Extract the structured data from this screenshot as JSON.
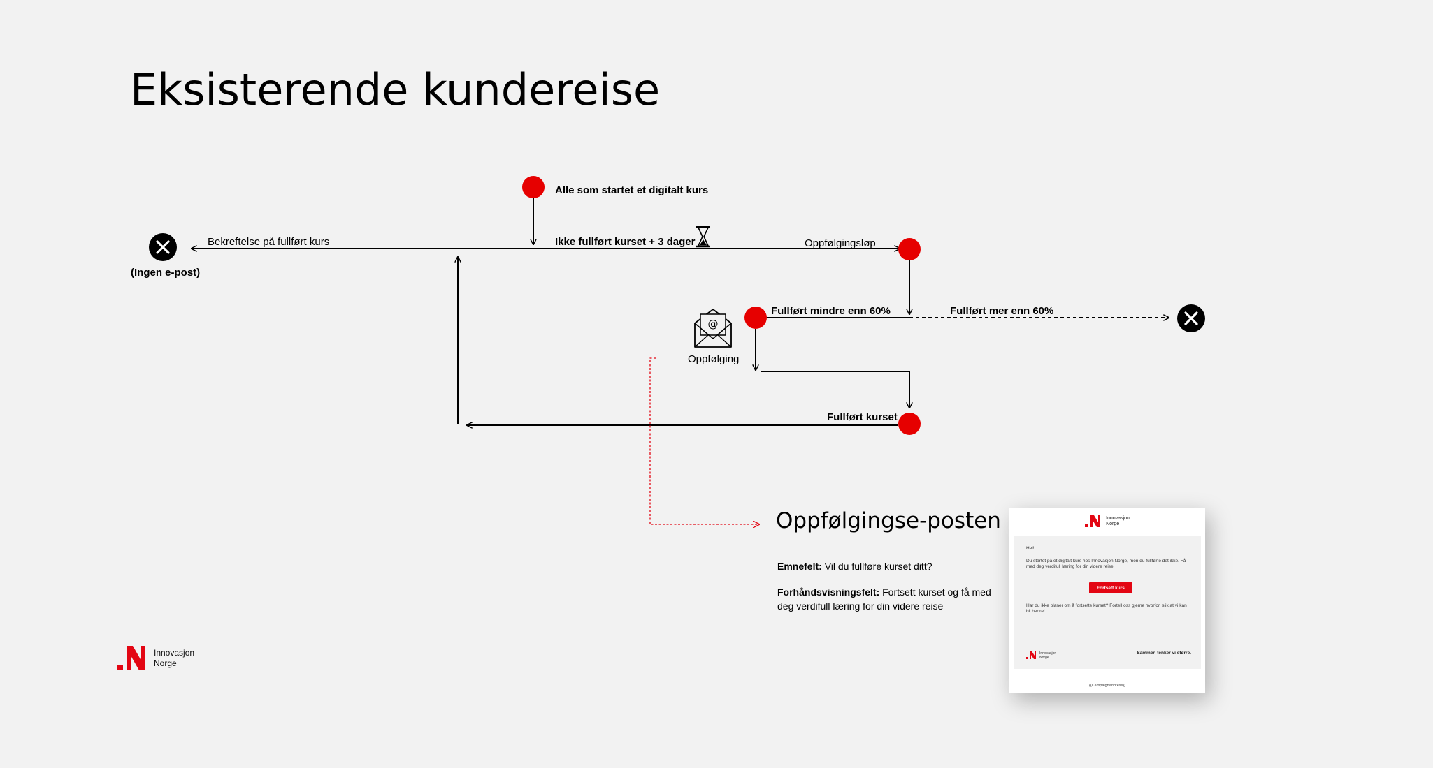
{
  "title": "Eksisterende kundereise",
  "diagram": {
    "start_label": "Alle som startet et digitalt kurs",
    "not_completed_label": "Ikke fullført kurset + 3 dager",
    "confirmation_label": "Bekreftelse på fullført kurs",
    "no_email_label": "(Ingen e-post)",
    "followup_flow_label": "Oppfølgingsløp",
    "completed_less_label": "Fullført mindre enn 60%",
    "completed_more_label": "Fullført mer enn 60%",
    "followup_label": "Oppfølging",
    "completed_course_label": "Fullført kurset"
  },
  "followup_post": {
    "title": "Oppfølgingse-posten",
    "subject_key": "Emnefelt:",
    "subject_value": "Vil du fullføre kurset ditt?",
    "preview_key": "Forhåndsvisningsfelt:",
    "preview_value": "Fortsett kurset og få med deg verdifull læring for din videre reise"
  },
  "email_preview": {
    "logo_line1": "Innovasjon",
    "logo_line2": "Norge",
    "greeting": "Hei!",
    "paragraph1": "Du startet på et digitalt kurs hos Innovasjon Norge, men du fullførte det ikke. Få med deg verdifull læring for din videre reise.",
    "button_label": "Fortsett kurs",
    "paragraph2": "Har du ikke planer om å fortsette kurset? Fortell oss gjerne hvorfor, slik at vi kan bli bedre!",
    "sign_off": "Sammen tenker vi større.",
    "footer": "{{Campaignaddress}}"
  },
  "brand_logo": {
    "line1": "Innovasjon",
    "line2": "Norge"
  },
  "colors": {
    "accent_red": "#e30613",
    "node_red": "#e60000",
    "terminal_black": "#000000",
    "background": "#f2f2f2"
  },
  "icons": [
    "close-icon",
    "hourglass-icon",
    "email-icon"
  ]
}
